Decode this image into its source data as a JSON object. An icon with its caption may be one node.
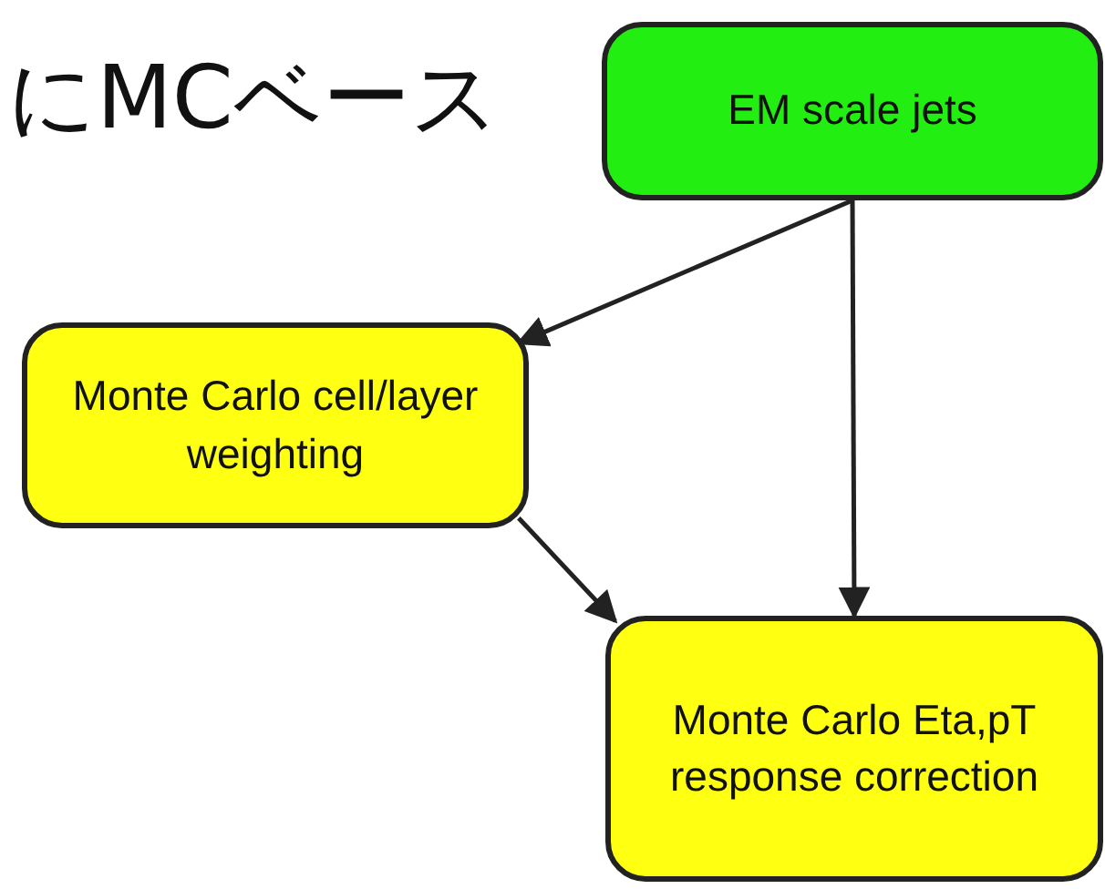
{
  "diagram": {
    "nodes": [
      {
        "text": [
          "EM scale jets"
        ]
      },
      {
        "text": [
          "Monte Carlo cell/layer weighting"
        ]
      },
      {
        "text": [
          "Monte Carlo Eta,pT response correction"
        ]
      }
    ],
    "edges": [
      {
        "from": 0,
        "to": 1,
        "arrow": "to"
      },
      {
        "from": 0,
        "to": 2,
        "arrow": "to"
      },
      {
        "from": 1,
        "to": 2,
        "arrow": "to"
      }
    ],
    "labels": [
      "にMCベース"
    ]
  }
}
